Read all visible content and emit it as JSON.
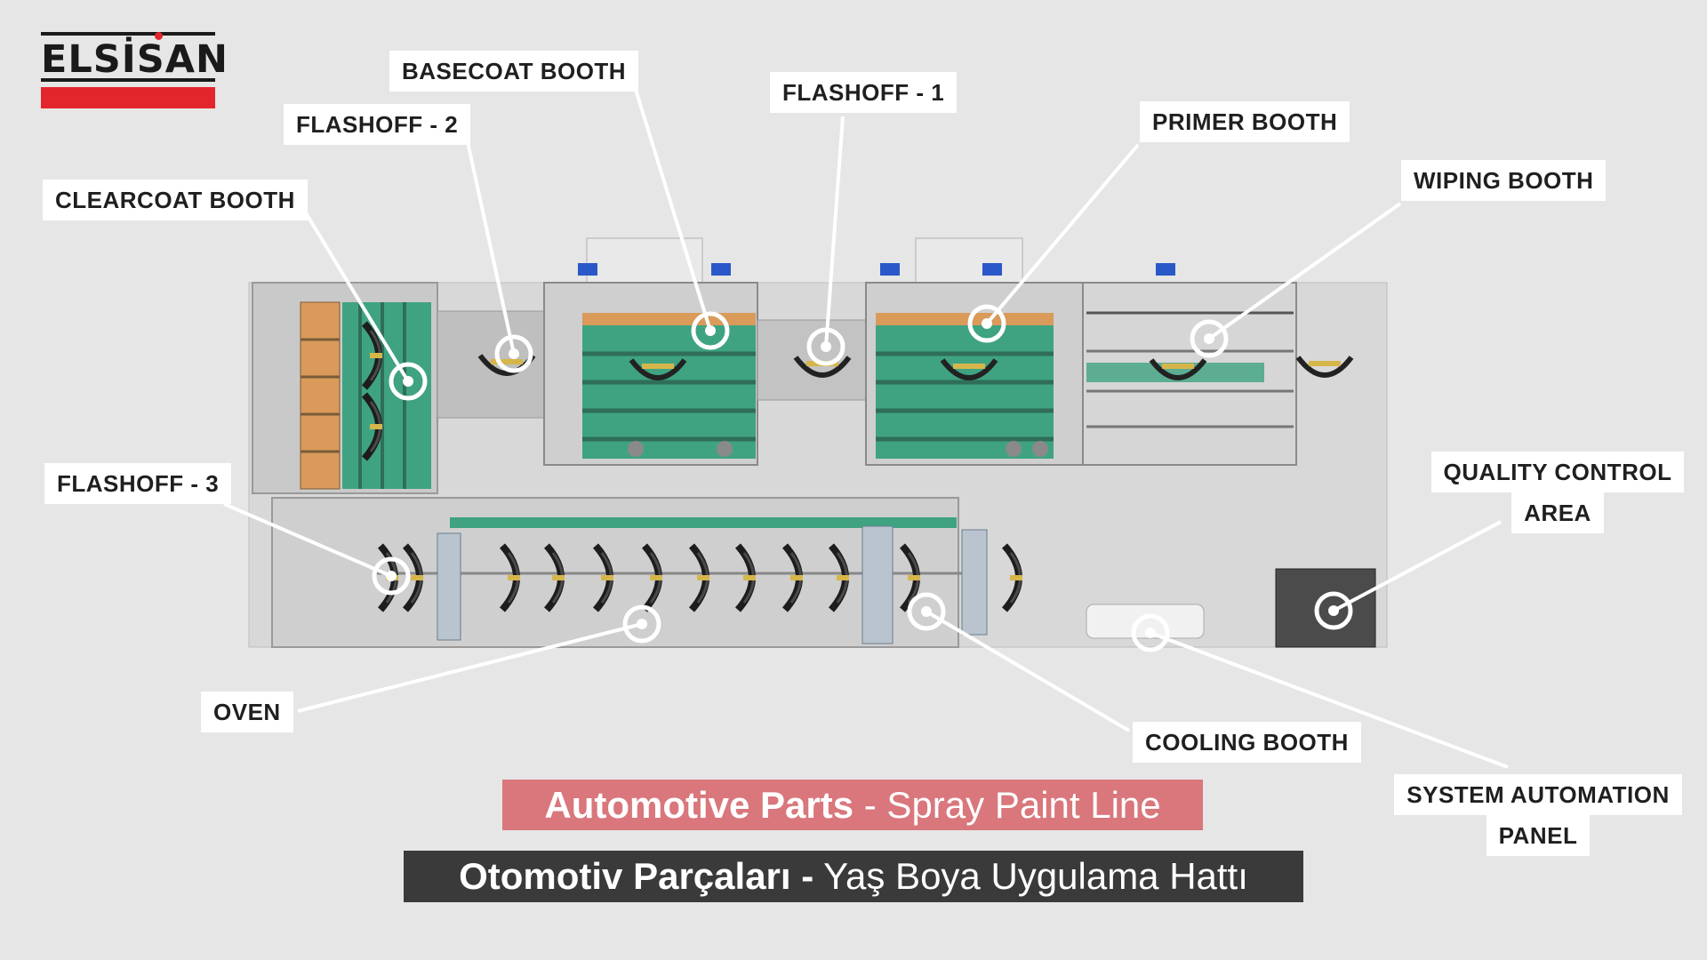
{
  "brand": {
    "logo_text": "ELSİSAN"
  },
  "callouts": {
    "basecoat_booth": "BASECOAT BOOTH",
    "flashoff_1": "FLASHOFF - 1",
    "flashoff_2": "FLASHOFF - 2",
    "primer_booth": "PRIMER  BOOTH",
    "wiping_booth": "WIPING BOOTH",
    "clearcoat_booth": "CLEARCOAT BOOTH",
    "flashoff_3": "FLASHOFF - 3",
    "quality_control_line1": "QUALITY CONTROL",
    "quality_control_line2": "AREA",
    "oven": "OVEN",
    "cooling_booth": "COOLING BOOTH",
    "system_automation_line1": "SYSTEM AUTOMATION",
    "system_automation_line2": "PANEL"
  },
  "titles": {
    "en_bold": "Automotive Parts",
    "en_rest": " - Spray Paint Line",
    "tr_bold": "Otomotiv Parçaları -",
    "tr_rest": " Yaş Boya Uygulama Hattı"
  },
  "colors": {
    "background": "#e6e6e6",
    "brand_red": "#e3262b",
    "title_en_bg": "#d9777c",
    "title_tr_bg": "#3a3a3a",
    "booth_floor_green": "#3fa382",
    "filter_orange": "#d99a5a"
  }
}
